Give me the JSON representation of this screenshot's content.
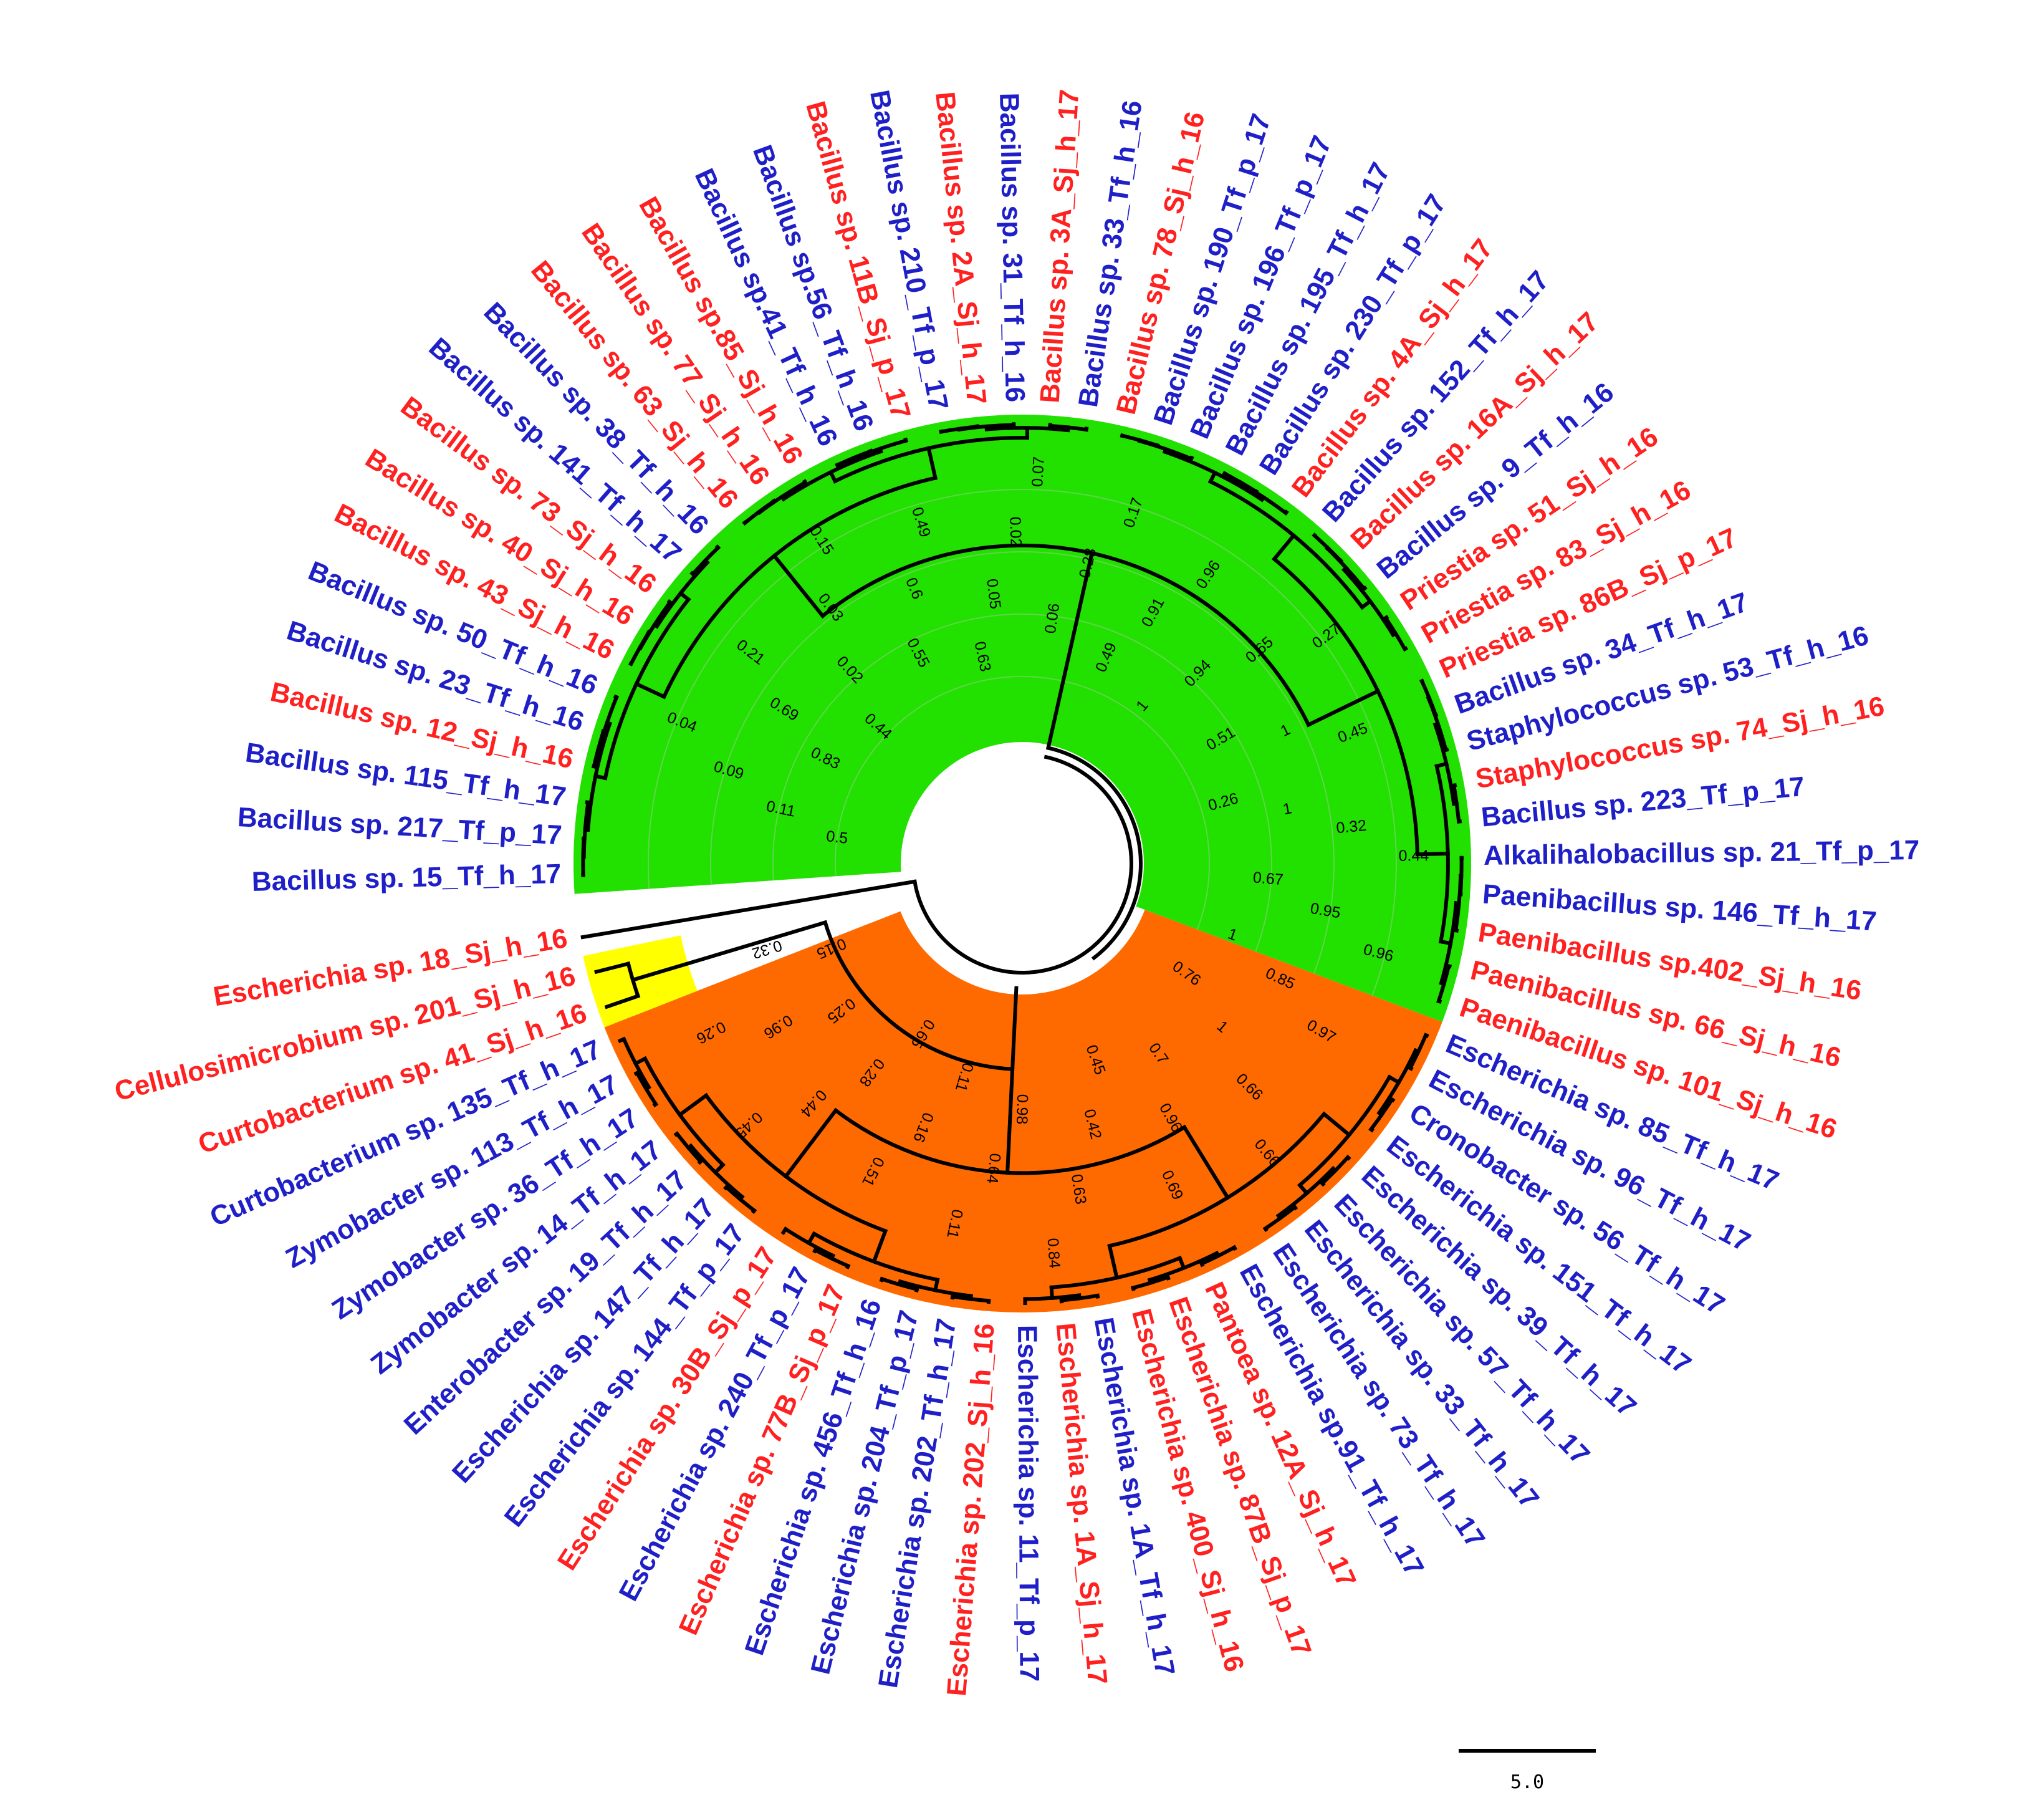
{
  "colors": {
    "red_label": "#ff2020",
    "blue_label": "#1f1fc8",
    "green_clade": "#22e000",
    "orange_clade": "#ff6a00",
    "yellow_clade": "#ffff00",
    "orange_branch": "#ff7a1a",
    "branch": "#000000"
  },
  "leaves": [
    {
      "label": "Bacillus sp. 15_Tf_h_17",
      "color": "blue"
    },
    {
      "label": "Bacillus sp. 217_Tf_p_17",
      "color": "blue"
    },
    {
      "label": "Bacillus sp. 115_Tf_h_17",
      "color": "blue"
    },
    {
      "label": "Bacillus sp. 12_Sj_h_16",
      "color": "red"
    },
    {
      "label": "Bacillus sp. 23_Tf_h_16",
      "color": "blue"
    },
    {
      "label": "Bacillus sp. 50_Tf_h_16",
      "color": "blue"
    },
    {
      "label": "Bacillus sp. 43_Sj_h_16",
      "color": "red"
    },
    {
      "label": "Bacillus sp. 40_Sj_h_16",
      "color": "red"
    },
    {
      "label": "Bacillus sp. 73_Sj_h_16",
      "color": "red"
    },
    {
      "label": "Bacillus sp. 141_Tf_h_17",
      "color": "blue"
    },
    {
      "label": "Bacillus sp. 38_Tf_h_16",
      "color": "blue"
    },
    {
      "label": "Bacillus sp. 63_Sj_h_16",
      "color": "red"
    },
    {
      "label": "Bacillus sp. 77_Sj_h_16",
      "color": "red"
    },
    {
      "label": "Bacillus sp.85_Sj_h_16",
      "color": "red"
    },
    {
      "label": "Bacillus sp.41_Tf_h_16",
      "color": "blue"
    },
    {
      "label": "Bacillus sp.56_Tf_h_16",
      "color": "blue"
    },
    {
      "label": "Bacillus sp. 11B_Sj_p_17",
      "color": "red"
    },
    {
      "label": "Bacillus sp. 210_Tf_p_17",
      "color": "blue"
    },
    {
      "label": "Bacillus sp. 2A_Sj_h_17",
      "color": "red"
    },
    {
      "label": "Bacillus sp. 31_Tf_h_16",
      "color": "blue"
    },
    {
      "label": "Bacillus sp. 3A_Sj_h_17",
      "color": "red"
    },
    {
      "label": "Bacillus sp. 33_Tf_h_16",
      "color": "blue"
    },
    {
      "label": "Bacillus sp. 78_Sj_h_16",
      "color": "red"
    },
    {
      "label": "Bacillus sp. 190_Tf_p_17",
      "color": "blue"
    },
    {
      "label": "Bacillus sp. 196_Tf_p_17",
      "color": "blue"
    },
    {
      "label": "Bacillus sp. 195_Tf_h_17",
      "color": "blue"
    },
    {
      "label": "Bacillus sp. 230_Tf_p_17",
      "color": "blue"
    },
    {
      "label": "Bacillus sp. 4A_Sj_h_17",
      "color": "red"
    },
    {
      "label": "Bacillus sp. 152_Tf_h_17",
      "color": "blue"
    },
    {
      "label": "Bacillus sp. 16A_Sj_h_17",
      "color": "red"
    },
    {
      "label": "Bacillus sp. 9_Tf_h_16",
      "color": "blue"
    },
    {
      "label": "Priestia sp. 51_Sj_h_16",
      "color": "red"
    },
    {
      "label": "Priestia sp. 83_Sj_h_16",
      "color": "red"
    },
    {
      "label": "Priestia sp. 86B_Sj_p_17",
      "color": "red"
    },
    {
      "label": "Bacillus sp. 34_Tf_h_17",
      "color": "blue"
    },
    {
      "label": "Staphylococcus sp. 53_Tf_h_16",
      "color": "blue"
    },
    {
      "label": "Staphylococcus sp. 74_Sj_h_16",
      "color": "red"
    },
    {
      "label": "Bacillus sp. 223_Tf_p_17",
      "color": "blue"
    },
    {
      "label": "Alkalihalobacillus sp. 21_Tf_p_17",
      "color": "blue"
    },
    {
      "label": "Paenibacillus sp. 146_Tf_h_17",
      "color": "blue"
    },
    {
      "label": "Paenibacillus sp.402_Sj_h_16",
      "color": "red"
    },
    {
      "label": "Paenibacillus sp. 66_Sj_h_16",
      "color": "red"
    },
    {
      "label": "Paenibacillus sp. 101_Sj_h_16",
      "color": "red"
    },
    {
      "label": "Escherichia sp. 85_Tf_h_17",
      "color": "blue"
    },
    {
      "label": "Escherichia sp. 96_Tf_h_17",
      "color": "blue"
    },
    {
      "label": "Cronobacter sp. 56_Tf_h_17",
      "color": "blue"
    },
    {
      "label": "Escherichia sp. 151_Tf_h_17",
      "color": "blue"
    },
    {
      "label": "Escherichia sp. 39_Tf_h_17",
      "color": "blue"
    },
    {
      "label": "Escherichia sp. 57_Tf_h_17",
      "color": "blue"
    },
    {
      "label": "Escherichia sp. 33_Tf_h_17",
      "color": "blue"
    },
    {
      "label": "Escherichia sp. 73_Tf_h_17",
      "color": "blue"
    },
    {
      "label": "Escherichia sp.91_Tf_h_17",
      "color": "blue"
    },
    {
      "label": "Pantoea sp. 12A_Sj_h_17",
      "color": "red"
    },
    {
      "label": "Escherichia sp. 87B_Sj_p_17",
      "color": "red"
    },
    {
      "label": "Escherichia sp. 400_Sj_h_16",
      "color": "red"
    },
    {
      "label": "Escherichia sp. 1A_Tf_h_17",
      "color": "blue"
    },
    {
      "label": "Escherichia sp. 1A_Sj_h_17",
      "color": "red"
    },
    {
      "label": "Escherichia sp. 11_Tf_p_17",
      "color": "blue"
    },
    {
      "label": "Escherichia sp. 202_Sj_h_16",
      "color": "red"
    },
    {
      "label": "Escherichia sp. 202_Tf_h_17",
      "color": "blue"
    },
    {
      "label": "Escherichia sp. 204_Tf_p_17",
      "color": "blue"
    },
    {
      "label": "Escherichia sp. 456_Tf_h_16",
      "color": "blue"
    },
    {
      "label": "Escherichia sp. 77B_Sj_p_17",
      "color": "red"
    },
    {
      "label": "Escherichia sp. 240_Tf_p_17",
      "color": "blue"
    },
    {
      "label": "Escherichia sp. 30B_Sj_p_17",
      "color": "red"
    },
    {
      "label": "Escherichia sp. 144_Tf_p_17",
      "color": "blue"
    },
    {
      "label": "Escherichia sp. 147_Tf_h_17",
      "color": "blue"
    },
    {
      "label": "Enterobacter sp. 19_Tf_h_17",
      "color": "blue"
    },
    {
      "label": "Zymobacter sp. 14_Tf_h_17",
      "color": "blue"
    },
    {
      "label": "Zymobacter sp. 36_Tf_h_17",
      "color": "blue"
    },
    {
      "label": "Zymobacter sp. 113_Tf_h_17",
      "color": "blue"
    },
    {
      "label": "Curtobacterium sp. 135_Tf_h_17",
      "color": "blue"
    },
    {
      "label": "Curtobacterium sp. 41_Sj_h_16",
      "color": "red"
    },
    {
      "label": "Cellulosimicrobium sp. 201_Sj_h_16",
      "color": "red"
    },
    {
      "label": "Escherichia sp. 18_Sj_h_16",
      "color": "red"
    }
  ],
  "support_values": [
    "0.5",
    "0.11",
    "0.09",
    "0.04",
    "0.83",
    "0.69",
    "0.21",
    "0.44",
    "0.02",
    "0.03",
    "0.15",
    "0.55",
    "0.6",
    "0.49",
    "0.63",
    "0.05",
    "0.02",
    "0.07",
    "0.06",
    "0.28",
    "0.17",
    "0.49",
    "0.91",
    "0.96",
    "1",
    "0.94",
    "0.65",
    "0.27",
    "0.51",
    "1",
    "0.45",
    "0.26",
    "1",
    "0.32",
    "0.44",
    "0.67",
    "0.95",
    "0.96",
    "1",
    "0.85",
    "0.97",
    "0.76",
    "1",
    "0.66",
    "0.66",
    "0.7",
    "0.96",
    "0.69",
    "0.45",
    "0.42",
    "0.63",
    "0.84",
    "0.98",
    "0.64",
    "0.11",
    "0.11",
    "0.16",
    "0.51",
    "0.65",
    "0.28",
    "0.44",
    "0.45",
    "0.25",
    "0.96",
    "0.26",
    "0.15",
    "0.32"
  ],
  "scale_bar": {
    "label": "5.0"
  }
}
